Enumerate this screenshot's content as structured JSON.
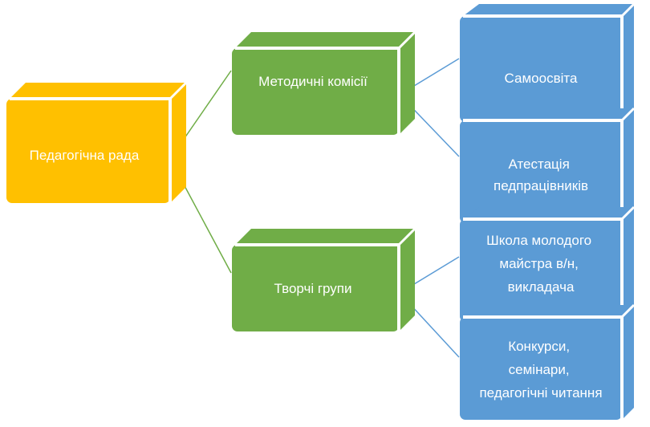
{
  "nodes": {
    "root": {
      "label": "Педагогічна рада",
      "color": "#ffc000"
    },
    "methodical": {
      "label": "Методичні комісії",
      "color": "#70ad47"
    },
    "creative": {
      "label": "Творчі групи",
      "color": "#70ad47"
    },
    "self_education": {
      "label": "Самоосвіта",
      "color": "#5b9bd5"
    },
    "attestation": {
      "lines": [
        "Атестація",
        "педпрацівників"
      ],
      "color": "#5b9bd5"
    },
    "young_master_school": {
      "lines": [
        "Школа молодого",
        "майстра в/н,",
        "викладача"
      ],
      "color": "#5b9bd5"
    },
    "contests": {
      "lines": [
        "Конкурси,",
        "семінари,",
        "педагогічні читання"
      ],
      "color": "#5b9bd5"
    }
  }
}
